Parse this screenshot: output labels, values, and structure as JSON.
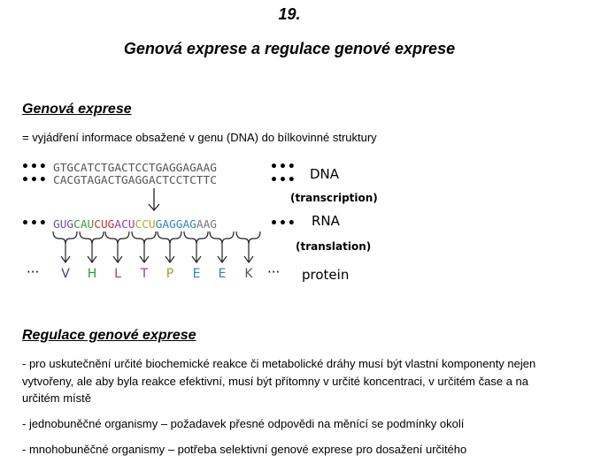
{
  "header": {
    "number": "19.",
    "title": "Genová exprese a regulace genové exprese"
  },
  "section1": {
    "heading": "Genová exprese",
    "definition": "= vyjádření informace obsažené v genu (DNA) do bílkovinné struktury"
  },
  "figure": {
    "dots": "•••",
    "dna_strand1": "GTGCATCTGACTCCTGAGGAGAAG",
    "dna_strand2": "CACGTAGACTGAGGACTCCTCTTC",
    "dna_label": "DNA",
    "transcription_label": "(transcription)",
    "rna_codons": [
      {
        "text": "GUG",
        "color": "#6a4fa0"
      },
      {
        "text": "CAU",
        "color": "#3c9a3c"
      },
      {
        "text": "CUG",
        "color": "#c0392b"
      },
      {
        "text": "ACU",
        "color": "#8e3ea6"
      },
      {
        "text": "CCU",
        "color": "#b5a32a"
      },
      {
        "text": "GAG",
        "color": "#2e86b5"
      },
      {
        "text": "GAG",
        "color": "#2e86b5"
      },
      {
        "text": "AAG",
        "color": "#777777"
      }
    ],
    "rna_label": "RNA",
    "translation_label": "(translation)",
    "amino_acids": [
      {
        "text": "V",
        "color": "#3b3b8f"
      },
      {
        "text": "H",
        "color": "#2e9a2e"
      },
      {
        "text": "L",
        "color": "#c0392b"
      },
      {
        "text": "T",
        "color": "#8e3ea6"
      },
      {
        "text": "P",
        "color": "#a99a22"
      },
      {
        "text": "E",
        "color": "#2e86b5"
      },
      {
        "text": "E",
        "color": "#2e86b5"
      },
      {
        "text": "K",
        "color": "#555555"
      }
    ],
    "protein_dots": "···",
    "protein_label": "protein"
  },
  "section2": {
    "heading": "Regulace genové exprese",
    "bullet1_line1": "- pro uskutečnění určité biochemické reakce či metabolické dráhy musí být vlastní komponenty nejen",
    "bullet1_line2": "vytvořeny, ale aby byla reakce efektivní, musí být přítomny v určité koncentraci, v určitém čase a na",
    "bullet1_line3": "určitém místě",
    "bullet2": "- jednobuněčné organismy – požadavek přesné odpovědi na měnící se podmínky okolí",
    "bullet3": "- mnohobuněčné organismy – potřeba selektivní genové exprese pro dosažení určitého"
  }
}
